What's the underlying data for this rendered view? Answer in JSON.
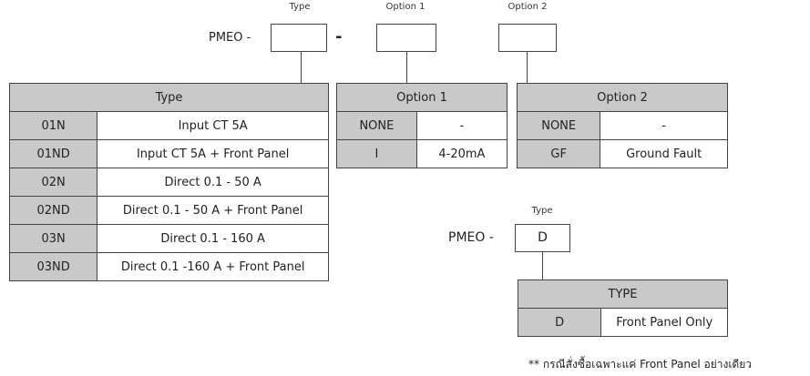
{
  "top_code": {
    "prefix": "PMEO -",
    "dash": "-",
    "labels": {
      "type": "Type",
      "option1": "Option 1",
      "option2": "Option 2"
    }
  },
  "type_table": {
    "header": "Type",
    "rows": [
      {
        "code": "01N",
        "desc": "Input CT 5A"
      },
      {
        "code": "01ND",
        "desc": "Input CT 5A + Front Panel"
      },
      {
        "code": "02N",
        "desc": "Direct 0.1 - 50 A"
      },
      {
        "code": "02ND",
        "desc": "Direct 0.1 - 50 A + Front Panel"
      },
      {
        "code": "03N",
        "desc": "Direct 0.1 - 160 A"
      },
      {
        "code": "03ND",
        "desc": "Direct 0.1 -160 A + Front Panel"
      }
    ]
  },
  "option1_table": {
    "header": "Option 1",
    "rows": [
      {
        "code": "NONE",
        "desc": "-"
      },
      {
        "code": "I",
        "desc": "4-20mA"
      }
    ]
  },
  "option2_table": {
    "header": "Option 2",
    "rows": [
      {
        "code": "NONE",
        "desc": "-"
      },
      {
        "code": "GF",
        "desc": "Ground Fault"
      }
    ]
  },
  "second_code": {
    "label": "Type",
    "prefix": "PMEO -",
    "value": "D"
  },
  "d_table": {
    "header": "TYPE",
    "rows": [
      {
        "code": "D",
        "desc": "Front Panel Only"
      }
    ]
  },
  "note": "** กรณีสั่งซื้อเฉพาะแค่ Front Panel อย่างเดียว"
}
